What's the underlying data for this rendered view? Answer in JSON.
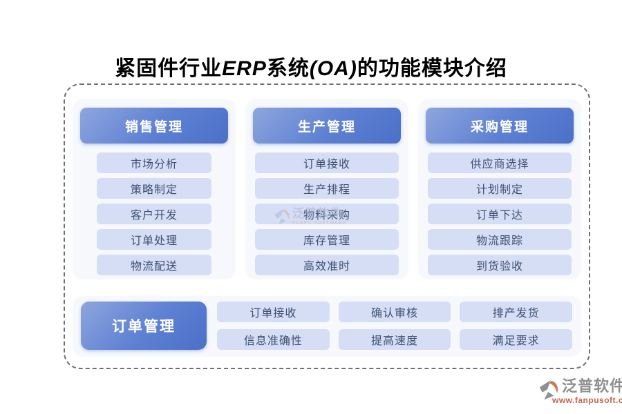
{
  "title": {
    "part1": "紧固件行业",
    "part2": "ERP",
    "part3": "系统",
    "part4": "(OA)",
    "part5": "的功能模块介绍"
  },
  "columns": [
    {
      "header": "销售管理",
      "items": [
        "市场分析",
        "策略制定",
        "客户开发",
        "订单处理",
        "物流配送"
      ]
    },
    {
      "header": "生产管理",
      "items": [
        "订单接收",
        "生产排程",
        "物料采购",
        "库存管理",
        "高效准时"
      ]
    },
    {
      "header": "采购管理",
      "items": [
        "供应商选择",
        "计划制定",
        "订单下达",
        "物流跟踪",
        "到货验收"
      ]
    }
  ],
  "bottom": {
    "header": "订单管理",
    "items": [
      "订单接收",
      "确认审核",
      "排产发货",
      "信息准确性",
      "提高速度",
      "满足要求"
    ]
  },
  "watermark": {
    "name": "泛普软件",
    "subtitle": "FANPU SOFTWARE"
  },
  "brand": {
    "name": "泛普软件",
    "url": "www.fanpusoft.com"
  },
  "colors": {
    "header_gradient_start": "#8ea6de",
    "header_gradient_end": "#4b70c8",
    "module_item_bg": "#d5def4",
    "module_item_text": "#3d5073",
    "brand_text": "#8f8f8f",
    "brand_url": "#c4634a"
  }
}
